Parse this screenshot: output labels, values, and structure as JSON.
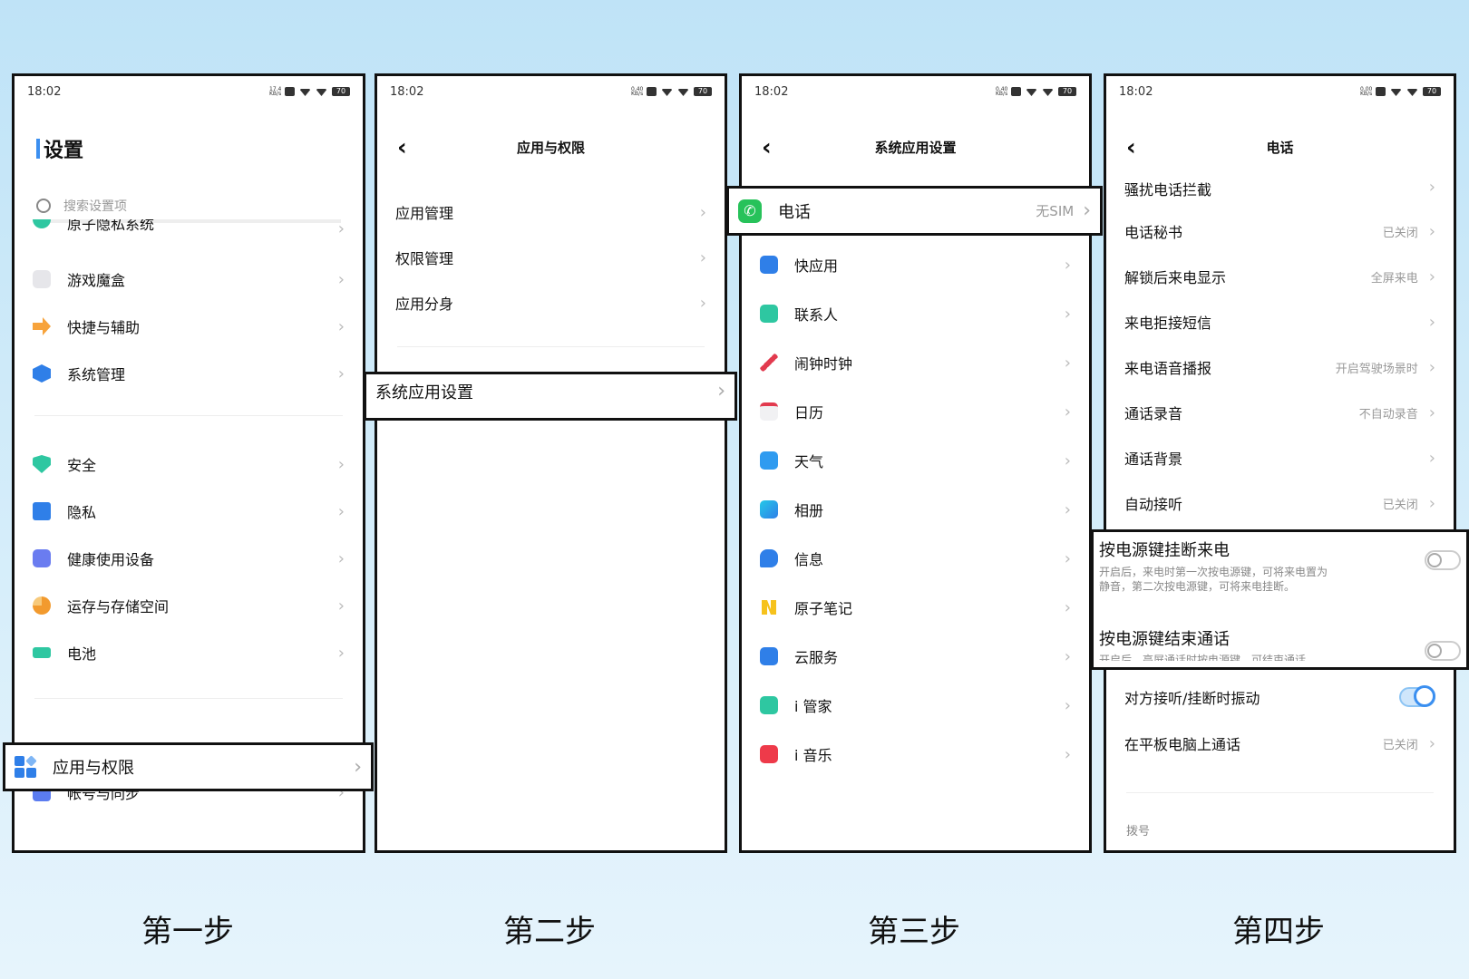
{
  "status": {
    "time": "18:02",
    "battery": "70"
  },
  "p1": {
    "title": "设置",
    "search_placeholder": "搜索设置项",
    "items": [
      {
        "label": "原子隐私系统"
      },
      {
        "label": "游戏魔盒"
      },
      {
        "label": "快捷与辅助"
      },
      {
        "label": "系统管理"
      },
      {
        "label": "安全"
      },
      {
        "label": "隐私"
      },
      {
        "label": "健康使用设备"
      },
      {
        "label": "运存与存储空间"
      },
      {
        "label": "电池"
      },
      {
        "label": "应用与权限"
      },
      {
        "label": "帐号与同步"
      }
    ]
  },
  "p2": {
    "title": "应用与权限",
    "items": [
      {
        "label": "应用管理"
      },
      {
        "label": "权限管理"
      },
      {
        "label": "应用分身"
      },
      {
        "label": "系统应用设置"
      }
    ]
  },
  "p3": {
    "title": "系统应用设置",
    "phone": {
      "label": "电话",
      "value": "无SIM"
    },
    "items": [
      {
        "label": "快应用"
      },
      {
        "label": "联系人"
      },
      {
        "label": "闹钟时钟"
      },
      {
        "label": "日历"
      },
      {
        "label": "天气"
      },
      {
        "label": "相册"
      },
      {
        "label": "信息"
      },
      {
        "label": "原子笔记"
      },
      {
        "label": "云服务"
      },
      {
        "label": "i 管家"
      },
      {
        "label": "i 音乐"
      }
    ]
  },
  "p4": {
    "title": "电话",
    "items": [
      {
        "label": "骚扰电话拦截",
        "value": ""
      },
      {
        "label": "电话秘书",
        "value": "已关闭"
      },
      {
        "label": "解锁后来电显示",
        "value": "全屏来电"
      },
      {
        "label": "来电拒接短信",
        "value": ""
      },
      {
        "label": "来电语音播报",
        "value": "开启驾驶场景时"
      },
      {
        "label": "通话录音",
        "value": "不自动录音"
      },
      {
        "label": "通话背景",
        "value": ""
      },
      {
        "label": "自动接听",
        "value": "已关闭"
      }
    ],
    "power_hangup": {
      "label": "按电源键挂断来电",
      "desc1": "开启后，来电时第一次按电源键，可将来电置为",
      "desc2": "静音，第二次按电源键，可将来电挂断。"
    },
    "power_end": {
      "label": "按电源键结束通话",
      "desc": "开启后，亮屏通话时按电源键，可结束通话"
    },
    "vibrate": {
      "label": "对方接听/挂断时振动"
    },
    "tablet": {
      "label": "在平板电脑上通话",
      "value": "已关闭"
    },
    "dial_header": "拨号"
  },
  "steps": [
    "第一步",
    "第二步",
    "第三步",
    "第四步"
  ],
  "colors": {
    "accent": "#3b8ff0",
    "highlight_border": "#111111"
  }
}
